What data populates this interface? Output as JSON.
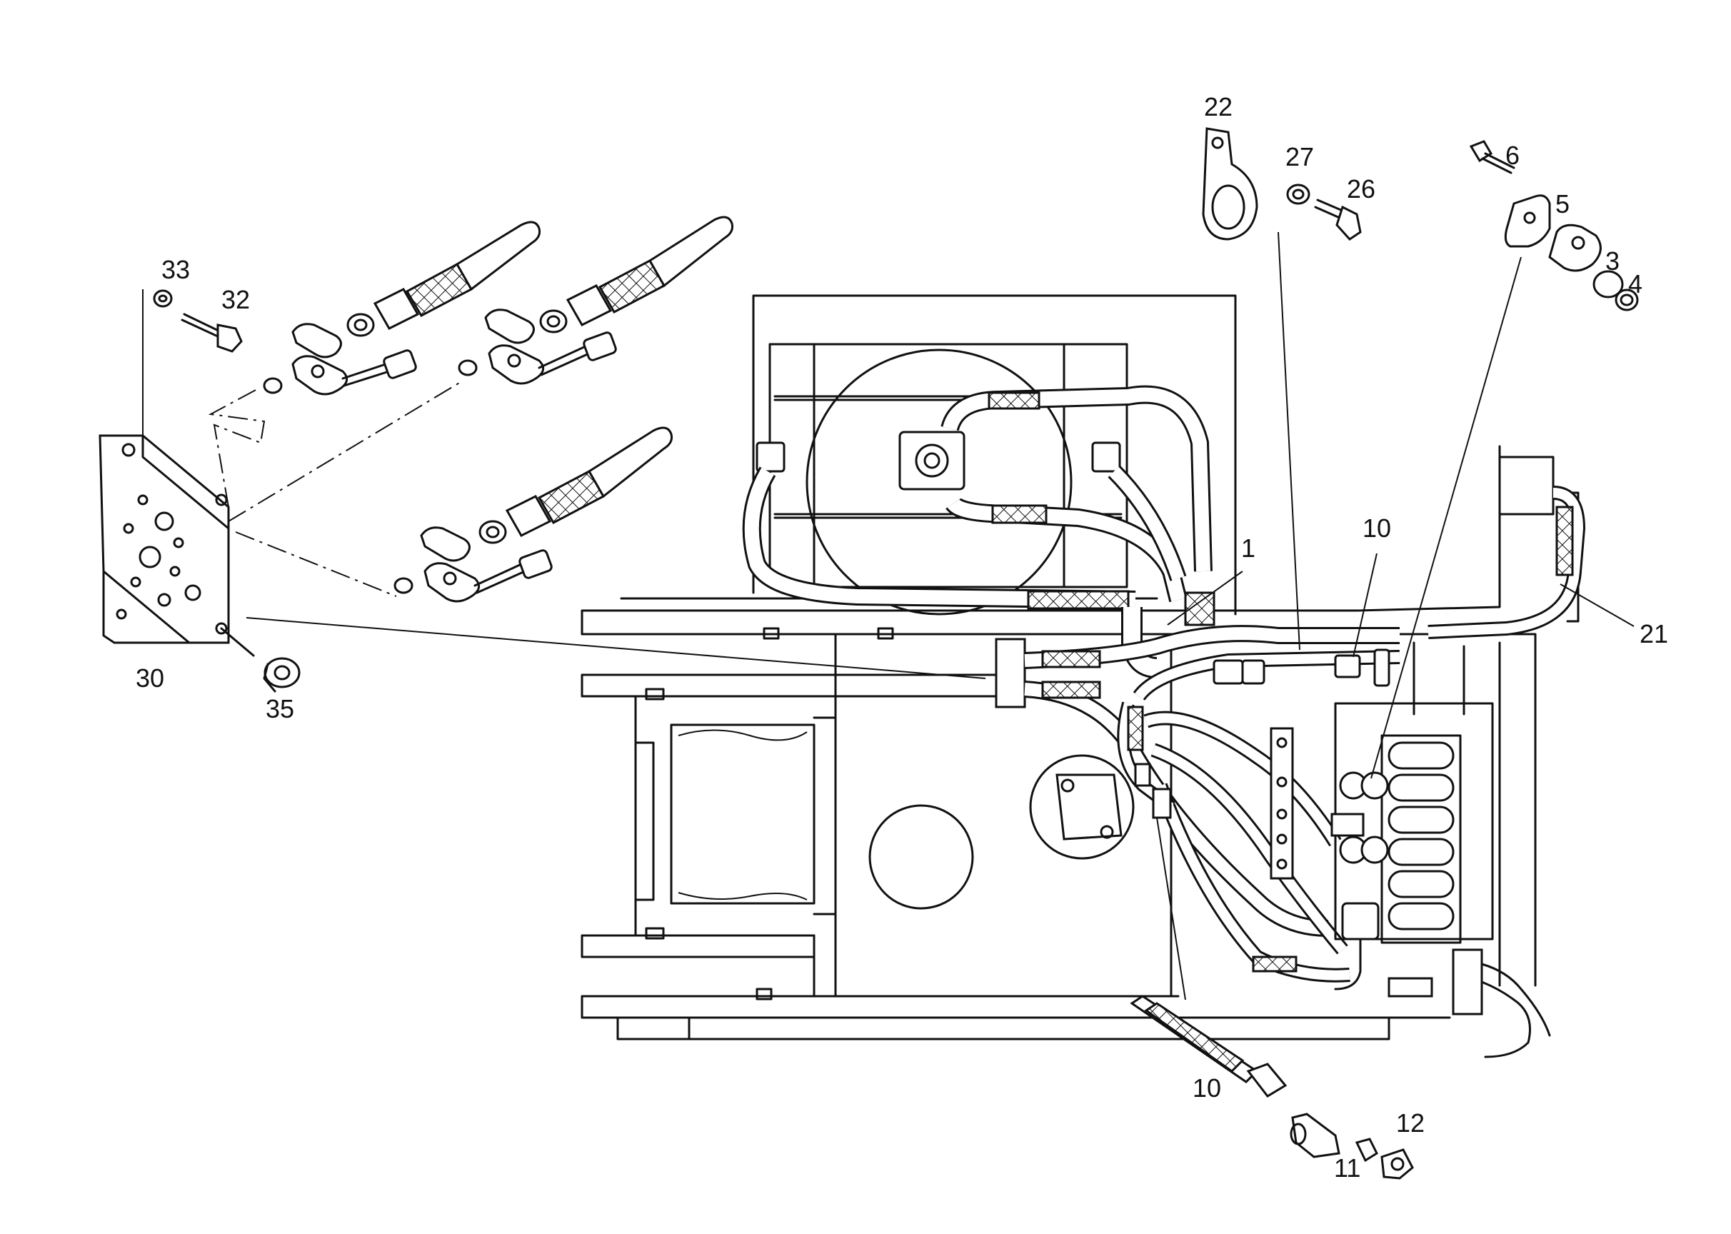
{
  "diagram": {
    "callouts": {
      "p1": "1",
      "p3": "3",
      "p4": "4",
      "p5": "5",
      "p6": "6",
      "p10_upper": "10",
      "p10_lower": "10",
      "p11": "11",
      "p12": "12",
      "p21": "21",
      "p22": "22",
      "p26": "26",
      "p27": "27",
      "p30": "30",
      "p32": "32",
      "p33": "33",
      "p35": "35"
    }
  }
}
